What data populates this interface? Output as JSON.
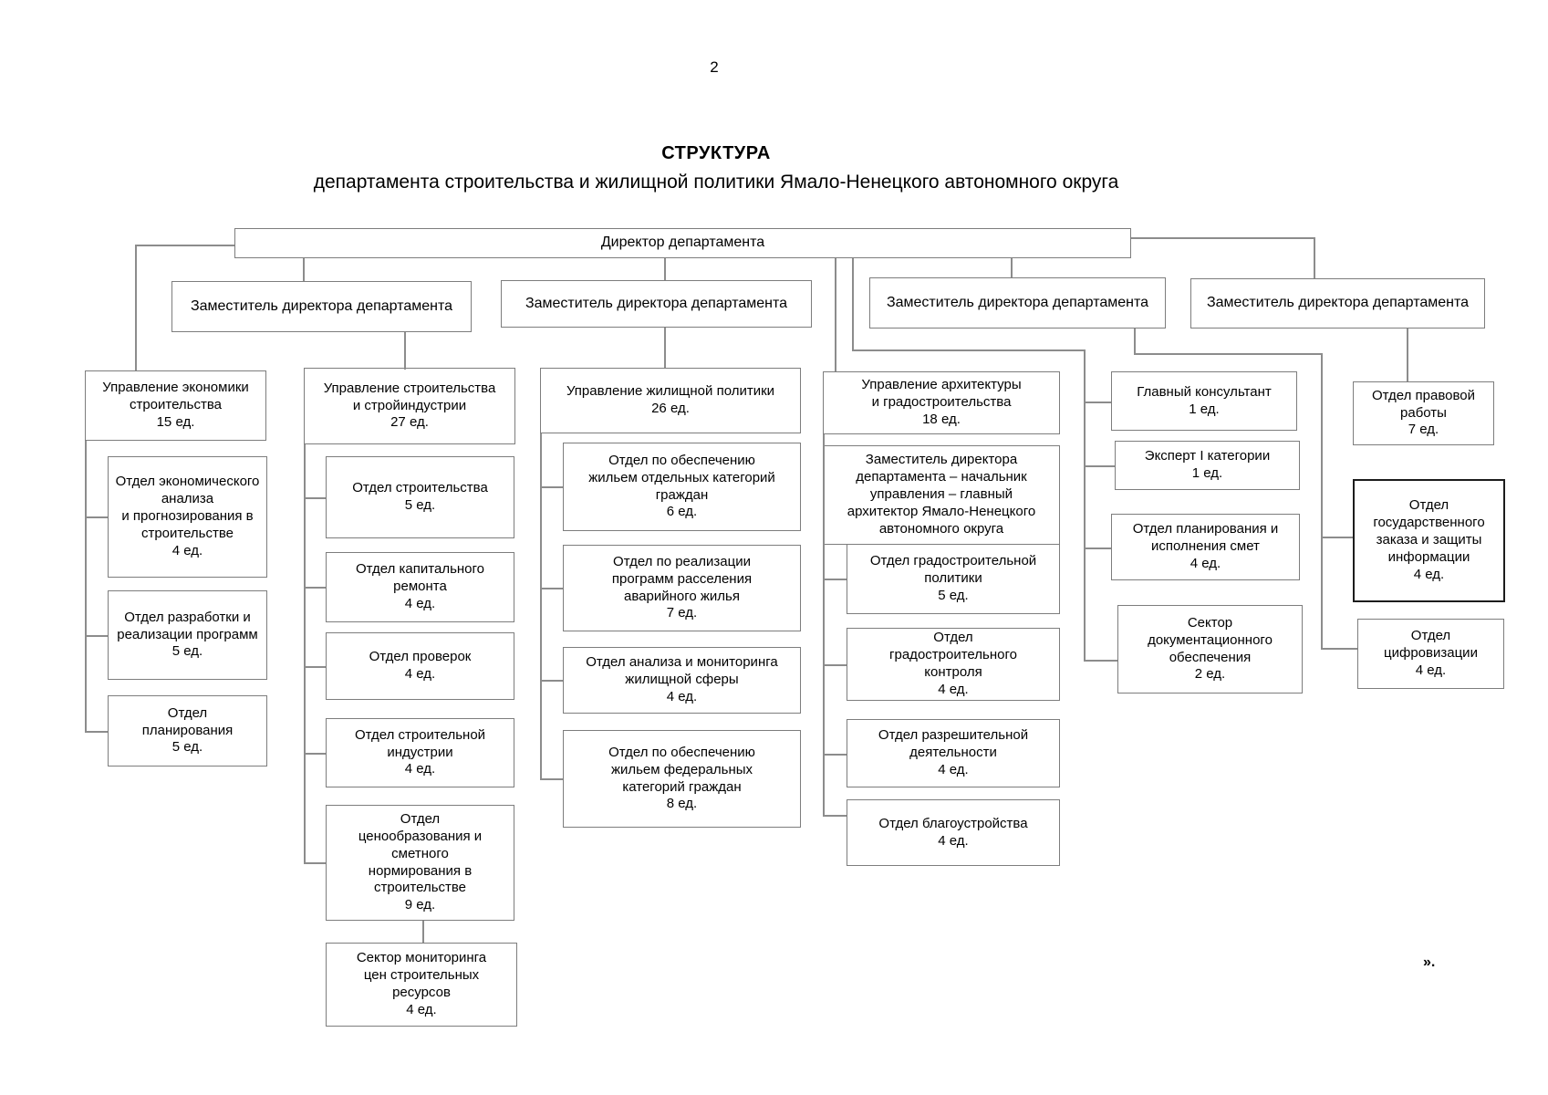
{
  "page": {
    "number": "2",
    "closing_mark": "»."
  },
  "header": {
    "title": "СТРУКТУРА",
    "subtitle": "департамента строительства и жилищной политики Ямало-Ненецкого автономного округа"
  },
  "org": {
    "director": "Директор департамента",
    "deputy_label": "Заместитель директора департамента",
    "col1": {
      "head": "Управление экономики\nстроительства\n15 ед.",
      "items": [
        "Отдел экономического\nанализа\nи прогнозирования в\nстроительстве\n4 ед.",
        "Отдел разработки и\nреализации программ\n5 ед.",
        "Отдел\nпланирования\n5 ед."
      ]
    },
    "col2": {
      "head": "Управление строительства\nи стройиндустрии\n27 ед.",
      "items": [
        "Отдел строительства\n5 ед.",
        "Отдел капитального\nремонта\n4 ед.",
        "Отдел проверок\n4 ед.",
        "Отдел строительной\nиндустрии\n4 ед.",
        "Отдел\nценообразования и\nсметного\nнормирования в\nстроительстве\n9 ед.",
        "Сектор мониторинга\nцен строительных\nресурсов\n4 ед."
      ]
    },
    "col3": {
      "head": "Управление жилищной политики\n26 ед.",
      "items": [
        "Отдел по обеспечению\nжильем отдельных категорий\nграждан\n6 ед.",
        "Отдел по реализации\nпрограмм расселения\nаварийного жилья\n7 ед.",
        "Отдел анализа и мониторинга\nжилищной сферы\n4 ед.",
        "Отдел по обеспечению\nжильем федеральных\nкатегорий граждан\n8 ед."
      ]
    },
    "col4": {
      "head": "Управление архитектуры\nи градостроительства\n18 ед.",
      "chief": "Заместитель директора\nдепартамента – начальник\nуправления – главный\nархитектор Ямало-Ненецкого\nавтономного округа",
      "items": [
        "Отдел градостроительной\nполитики\n5 ед.",
        "Отдел\nградостроительного\nконтроля\n4 ед.",
        "Отдел разрешительной\nдеятельности\n4 ед.",
        "Отдел благоустройства\n4 ед."
      ]
    },
    "col5": {
      "items": [
        "Главный консультант\n1 ед.",
        "Эксперт I категории\n1 ед.",
        "Отдел планирования и\nисполнения смет\n4 ед.",
        "Сектор\nдокументационного\nобеспечения\n2 ед."
      ]
    },
    "col6": {
      "items": [
        "Отдел правовой\nработы\n7 ед.",
        "Отдел\nгосударственного\nзаказа и защиты\nинформации\n4 ед.",
        "Отдел\nцифровизации\n4 ед."
      ]
    }
  }
}
